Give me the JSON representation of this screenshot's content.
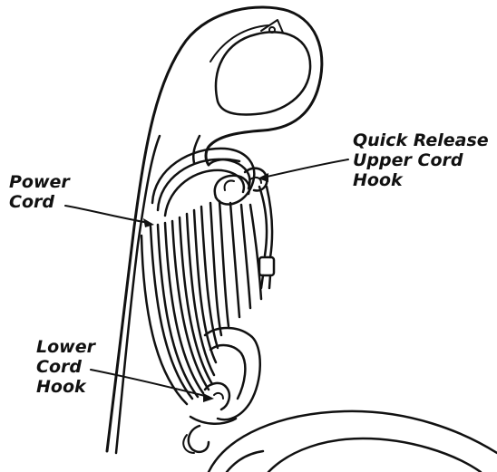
{
  "labels": {
    "power_cord": [
      "Power",
      "Cord"
    ],
    "quick_release": [
      "Quick Release",
      "Upper Cord",
      "Hook"
    ],
    "lower_hook": [
      "Lower",
      "Cord",
      "Hook"
    ]
  },
  "colors": {
    "ink": "#111111",
    "background": "#ffffff"
  }
}
